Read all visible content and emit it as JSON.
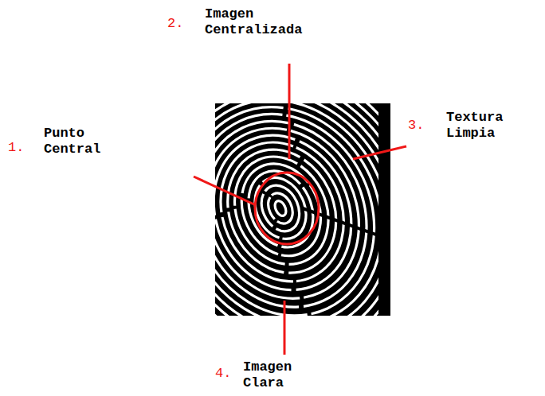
{
  "diagram": {
    "labels": [
      "1.",
      "Punto Central",
      "2.",
      "Imagen Centralizada",
      "3.",
      "Textura Limpia",
      "4.",
      "Imagen Clara"
    ]
  }
}
